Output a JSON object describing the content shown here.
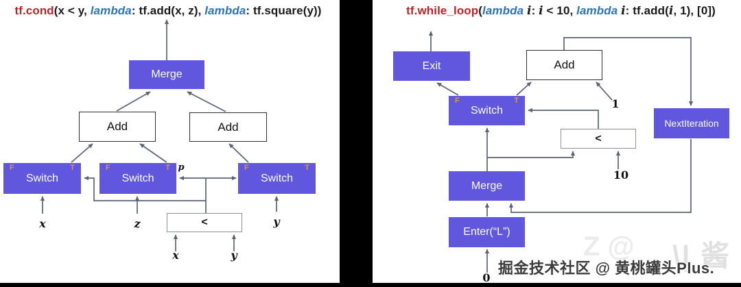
{
  "colors": {
    "node_purple": "#6157df",
    "port_orange": "#d89b35",
    "wire_gray": "#5b6377",
    "title_red": "#be2428",
    "title_blue": "#2e74b6",
    "divider_black": "#000000"
  },
  "left": {
    "title_segments": [
      {
        "text": "tf.cond",
        "style": "red"
      },
      {
        "text": "(x < y, ",
        "style": "plain"
      },
      {
        "text": "lambda",
        "style": "blue"
      },
      {
        "text": ": tf.add(x, z), ",
        "style": "plain"
      },
      {
        "text": "lambda",
        "style": "blue"
      },
      {
        "text": ": tf.square(y))",
        "style": "plain"
      }
    ],
    "merge": "Merge",
    "add1": "Add",
    "add2": "Add",
    "switch1": {
      "label": "Switch",
      "f": "F",
      "t": "T"
    },
    "switch2": {
      "label": "Switch",
      "f": "F",
      "t": "T"
    },
    "switch3": {
      "label": "Switch",
      "f": "F",
      "t": "T"
    },
    "less": "<",
    "x1": "x",
    "z": "z",
    "y1": "y",
    "p": "p",
    "x2": "x",
    "y2": "y"
  },
  "right": {
    "title_segments": [
      {
        "text": "tf.while_loop",
        "style": "red"
      },
      {
        "text": "(",
        "style": "plain"
      },
      {
        "text": "lambda ",
        "style": "blue"
      },
      {
        "text": "i",
        "style": "mathit"
      },
      {
        "text": ": ",
        "style": "plain"
      },
      {
        "text": "i",
        "style": "mathit"
      },
      {
        "text": " < 10, ",
        "style": "plain"
      },
      {
        "text": "lambda ",
        "style": "blue"
      },
      {
        "text": "i",
        "style": "mathit"
      },
      {
        "text": ": tf.add(",
        "style": "plain"
      },
      {
        "text": "i",
        "style": "mathit"
      },
      {
        "text": ", 1), [0])",
        "style": "plain"
      }
    ],
    "exit": "Exit",
    "add": "Add",
    "switch": {
      "label": "Switch",
      "f": "F",
      "t": "T"
    },
    "less": "<",
    "merge": "Merge",
    "enter": "Enter(“L”)",
    "next_iteration": "NextIteration",
    "one": "1",
    "ten": "10",
    "zero": "0"
  },
  "watermark": {
    "text": "掘金技术社区 @ 黄桃罐头Plus.",
    "ghost": "\\| 酱",
    "ghost2": "Z @"
  }
}
